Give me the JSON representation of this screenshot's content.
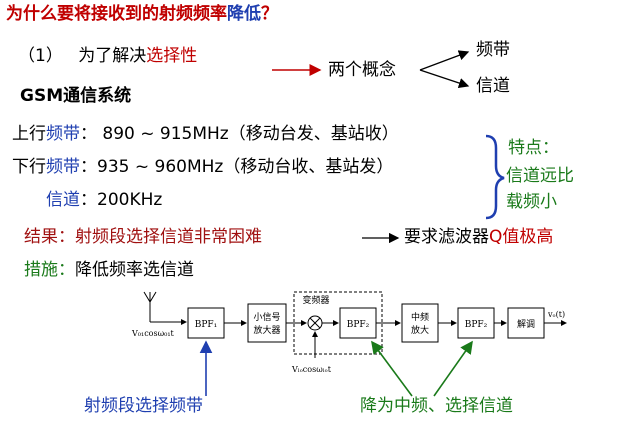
{
  "title": {
    "part1": "为什么要将接收到的射频频率",
    "part2": "降低",
    "part3": "？"
  },
  "point1": {
    "num": "（1）",
    "text": "为了解决",
    "highlight": "选择性"
  },
  "concepts": {
    "label": "两个概念",
    "item1": "频带",
    "item2": "信道"
  },
  "gsm": {
    "title": "GSM通信系统"
  },
  "uplink": {
    "prefix": "上行",
    "key": "频带",
    "value": "：  890 ~ 915MHz（移动台发、基站收）"
  },
  "downlink": {
    "prefix": "下行",
    "key": "频带",
    "value": "：935 ~ 960MHz（移动台收、基站发）"
  },
  "channel": {
    "key": "信道",
    "value": "：200KHz"
  },
  "features": {
    "title": "特点：",
    "line1": "信道远比",
    "line2": "载频小"
  },
  "result": {
    "label": "结果：",
    "text": "射频段选择信道非常困难",
    "req1": "要求滤波器",
    "req2": "Q值极高"
  },
  "measure": {
    "label": "措施：",
    "text": "降低频率选信道"
  },
  "diagram": {
    "input": "V₀₁cosω₀₁t",
    "bpf1": "BPF₁",
    "amp_line1": "小信号",
    "amp_line2": "放大器",
    "mixer": "变频器",
    "bpf2a": "BPF₂",
    "if_line1": "中频",
    "if_line2": "放大",
    "bpf2b": "BPF₂",
    "demod": "解调",
    "output": "vₒ(t)",
    "lo": "Vₗₒcosωₗₒt"
  },
  "annot1": "射频段选择频带",
  "annot2": "降为中频、选择信道"
}
